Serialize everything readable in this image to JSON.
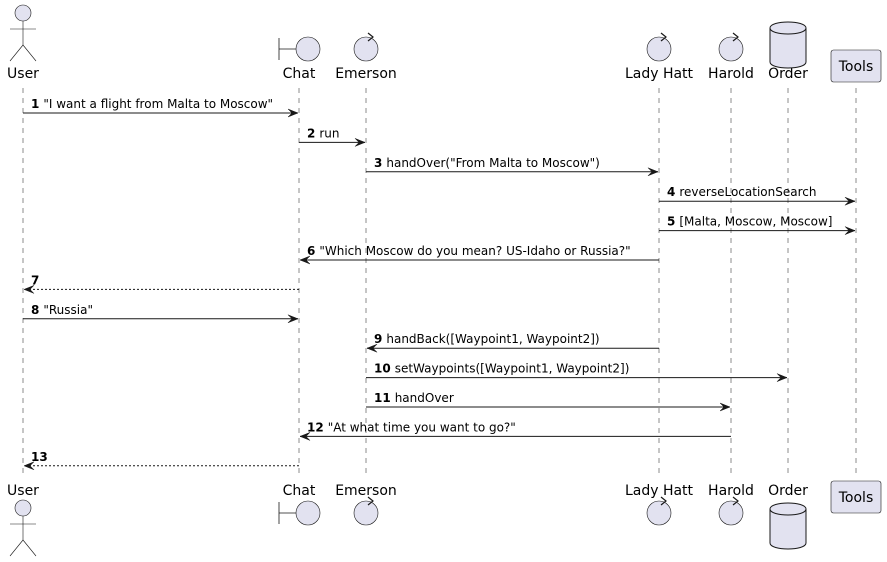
{
  "participants": [
    {
      "id": "user",
      "label": "User",
      "kind": "actor"
    },
    {
      "id": "chat",
      "label": "Chat",
      "kind": "boundary"
    },
    {
      "id": "emerson",
      "label": "Emerson",
      "kind": "control"
    },
    {
      "id": "ladyhatt",
      "label": "Lady Hatt",
      "kind": "control"
    },
    {
      "id": "harold",
      "label": "Harold",
      "kind": "control"
    },
    {
      "id": "order",
      "label": "Order",
      "kind": "database"
    },
    {
      "id": "tools",
      "label": "Tools",
      "kind": "participant"
    }
  ],
  "messages": [
    {
      "num": "1",
      "text": "\"I want a flight from Malta to Moscow\"",
      "from": "user",
      "to": "chat",
      "style": "solid"
    },
    {
      "num": "2",
      "text": "run",
      "from": "chat",
      "to": "emerson",
      "style": "solid"
    },
    {
      "num": "3",
      "text": "handOver(\"From Malta to Moscow\")",
      "from": "emerson",
      "to": "ladyhatt",
      "style": "solid"
    },
    {
      "num": "4",
      "text": "reverseLocationSearch",
      "from": "ladyhatt",
      "to": "tools",
      "style": "solid"
    },
    {
      "num": "5",
      "text": "[Malta, Moscow, Moscow]",
      "from": "ladyhatt",
      "to": "tools",
      "style": "solid"
    },
    {
      "num": "6",
      "text": "\"Which Moscow do you mean? US-Idaho or Russia?\"",
      "from": "ladyhatt",
      "to": "chat",
      "style": "solid"
    },
    {
      "num": "7",
      "text": "",
      "from": "chat",
      "to": "user",
      "style": "dashed"
    },
    {
      "num": "8",
      "text": "\"Russia\"",
      "from": "user",
      "to": "chat",
      "style": "solid"
    },
    {
      "num": "9",
      "text": "handBack([Waypoint1, Waypoint2])",
      "from": "ladyhatt",
      "to": "emerson",
      "style": "solid"
    },
    {
      "num": "10",
      "text": "setWaypoints([Waypoint1, Waypoint2])",
      "from": "emerson",
      "to": "order",
      "style": "solid"
    },
    {
      "num": "11",
      "text": "handOver",
      "from": "emerson",
      "to": "harold",
      "style": "solid"
    },
    {
      "num": "12",
      "text": "\"At what time you want to go?\"",
      "from": "harold",
      "to": "chat",
      "style": "solid"
    },
    {
      "num": "13",
      "text": "",
      "from": "chat",
      "to": "user",
      "style": "dashed"
    }
  ],
  "colors": {
    "participant_fill": "#E2E2F0",
    "line": "#181818"
  }
}
